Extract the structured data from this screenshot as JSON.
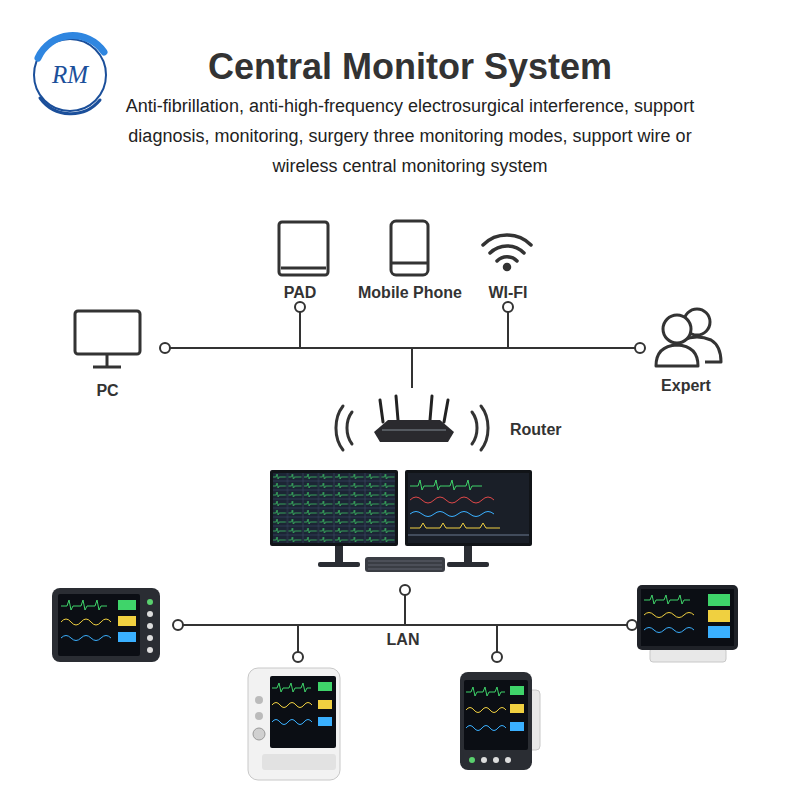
{
  "diagram": {
    "title": "Central Monitor System",
    "nodes": [
      {
        "text": [
          "PAD"
        ]
      },
      {
        "text": [
          "Mobile Phone"
        ]
      },
      {
        "text": [
          "WI-FI"
        ]
      },
      {
        "text": [
          "PC"
        ]
      },
      {
        "text": [
          "Expert"
        ]
      },
      {
        "text": [
          "Router"
        ]
      }
    ],
    "edges": [
      {
        "from": 5,
        "to": 0,
        "arrow": "none"
      },
      {
        "from": 5,
        "to": 2,
        "arrow": "none"
      },
      {
        "from": 5,
        "to": 3,
        "arrow": "none"
      },
      {
        "from": 5,
        "to": 4,
        "arrow": "none"
      }
    ],
    "labels": [
      "RM",
      "Anti-fibrillation, anti-high-frequency electrosurgical interference, support diagnosis, monitoring, surgery three monitoring modes, support wire or wireless central monitoring system",
      "LAN"
    ]
  }
}
